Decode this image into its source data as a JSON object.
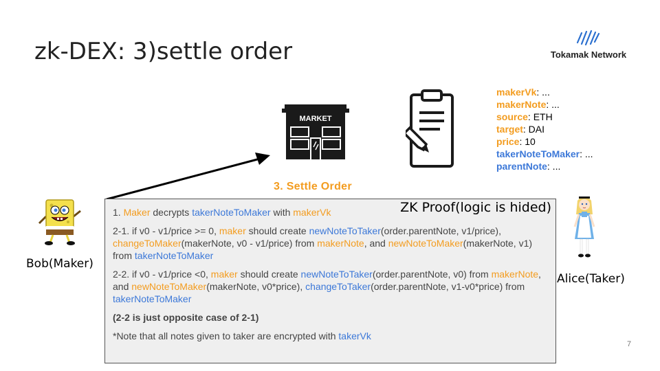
{
  "title": "zk-DEX: 3)settle order",
  "logo": {
    "text": "Tokamak Network"
  },
  "step_label": "3. Settle Order",
  "colors": {
    "orange": "#f39c1f",
    "blue": "#3c78d8"
  },
  "params": [
    {
      "key": "makerVk",
      "value": ": ...",
      "color": "orange"
    },
    {
      "key": "makerNote",
      "value": ": ...",
      "color": "orange"
    },
    {
      "key": "source",
      "value": ": ETH",
      "color": "orange"
    },
    {
      "key": "target",
      "value": ": DAI",
      "color": "orange"
    },
    {
      "key": "price",
      "value": ": 10",
      "color": "orange"
    },
    {
      "key": "takerNoteToMaker",
      "value": ": ...",
      "color": "blue"
    },
    {
      "key": "parentNote",
      "value": ": ...",
      "color": "blue"
    }
  ],
  "actors": {
    "bob": "Bob(Maker)",
    "alice": "Alice(Taker)"
  },
  "box": {
    "zk_title": "ZK Proof(logic is hided)",
    "line1": {
      "t1": "1. ",
      "maker": "Maker",
      "t2": " decrypts ",
      "takerNoteToMaker": "takerNoteToMaker",
      "t3": " with ",
      "makerVk": "makerVk"
    },
    "line2": {
      "t1": "2-1. if v0 - v1/price >= 0, ",
      "maker": "maker",
      "t2": " should create ",
      "newNoteToTaker": "newNoteToTaker",
      "t3": "(order.parentNote, v1/price), ",
      "changeToMaker": "changeToMaker",
      "t4": "(makerNote, v0 - v1/price) from ",
      "makerNote": "makerNote",
      "t5": ", and ",
      "newNoteToMaker": "newNoteToMaker",
      "t6": "(makerNote, v1) from ",
      "takerNoteToMaker": "takerNoteToMaker"
    },
    "line3": {
      "t1": "2-2. if v0 - v1/price <0, ",
      "maker": "maker",
      "t2": " should create ",
      "newNoteToTaker": "newNoteToTaker",
      "t3": "(order.parentNote, v0) from ",
      "makerNote": "makerNote",
      "t4": ", and ",
      "newNoteToMaker": "newNoteToMaker",
      "t5": "(makerNote, v0*price), ",
      "changeToTaker": "changeToTaker",
      "t6": "(order.parentNote, v1-v0*price) from ",
      "takerNoteToMaker": "takerNoteToMaker"
    },
    "line4": "(2-2 is just opposite case of 2-1)",
    "line5": {
      "t1": "*Note that all notes given to taker are encrypted with ",
      "takerVk": "takerVk"
    }
  },
  "page_number": "7"
}
